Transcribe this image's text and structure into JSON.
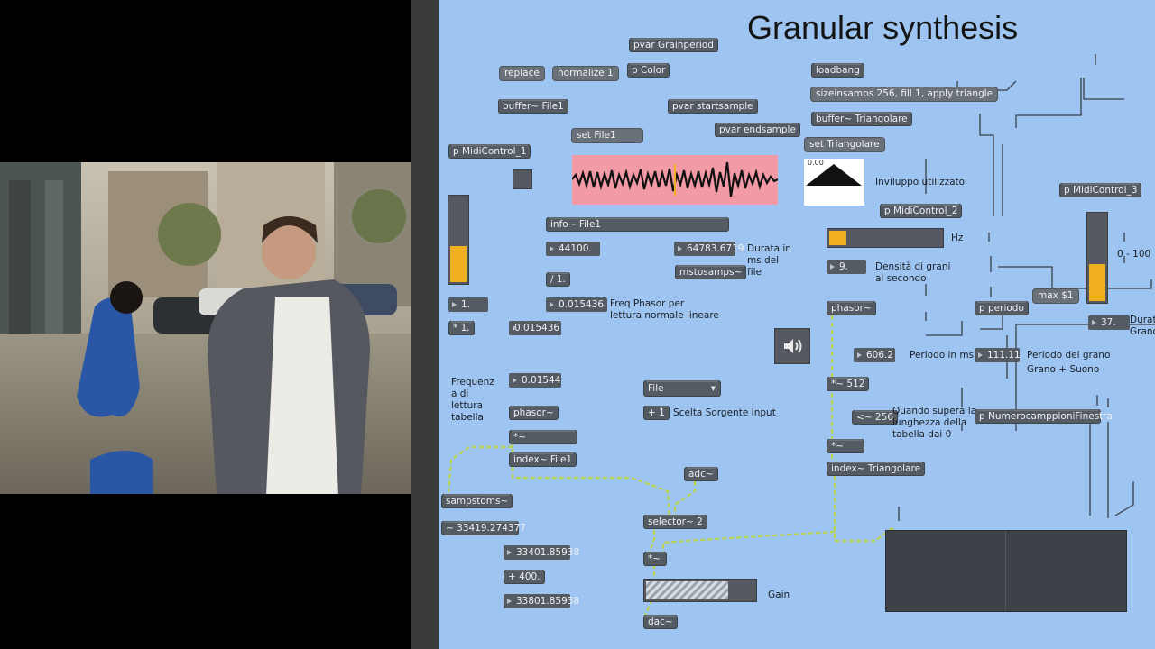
{
  "patch": {
    "title": "Granular synthesis",
    "objects": {
      "pvar_grainperiod": "pvar Grainperiod",
      "replace": "replace",
      "normalize": "normalize 1",
      "p_color": "p Color",
      "buffer_file1": "buffer~ File1",
      "pvar_startsample": "pvar startsample",
      "set_file1": "set File1",
      "pvar_endsample": "pvar endsample",
      "loadbang": "loadbang",
      "sizeinsamps": "sizeinsamps 256, fill 1, apply triangle",
      "buffer_triangolare": "buffer~ Triangolare",
      "set_triangolare": "set Triangolare",
      "p_midicontrol_1": "p MidiControl_1",
      "info_file1": "info~ File1",
      "num_44100": "44100.",
      "num_64783": "64783.6719",
      "div_1": "/ 1.",
      "mstosamps": "mstosamps~",
      "num_1": "1.",
      "mul_1": "* 1.",
      "num_0015436_a": "0.015436",
      "num_0015436_b": "0.015436",
      "num_001544": "0.01544",
      "phasor_left": "phasor~",
      "mul_sig": "*~",
      "index_file1": "index~ File1",
      "sampstoms": "sampstoms~",
      "num_33419": "~ 33419.274377",
      "num_33401": "33401.85938",
      "plus_400": "+ 400.",
      "num_33801": "33801.85938",
      "file_menu": "File",
      "plus_1": "+ 1",
      "adc": "adc~",
      "selector": "selector~ 2",
      "mul_gain": "*~",
      "dac": "dac~",
      "p_midicontrol_2": "p MidiControl_2",
      "num_9": "9.",
      "phasor_right": "phasor~",
      "num_6062": "606.2",
      "mul_512": "*~ 512",
      "lte_256": "<~ 256",
      "mul_sig_right": "*~",
      "index_triangolare": "index~ Triangolare",
      "p_periodo": "p periodo",
      "num_11111": "111.11",
      "p_numerocampioni": "p NumerocamppioniFinestra",
      "p_midicontrol_3": "p MidiControl_3",
      "max_1": "max $1",
      "num_37": "37."
    },
    "comments": {
      "durata_line1": "Durata in",
      "durata_line2": "ms del",
      "durata_line3": "file",
      "freq_phasor_line1": "Freq Phasor per",
      "freq_phasor_line2": "lettura normale lineare",
      "frequenza_line1": "Frequenz",
      "frequenza_line2": "a di",
      "frequenza_line3": "lettura",
      "frequenza_line4": "tabella",
      "scelta": "Scelta Sorgente Input",
      "gain": "Gain",
      "inviluppo": "Inviluppo utilizzato",
      "hz": "Hz",
      "densita_line1": "Densità di grani",
      "densita_line2": "al secondo",
      "periodo_ms": "Periodo in ms",
      "periodo_grano_line1": "Periodo del grano",
      "periodo_grano_line2": "Grano + Suono",
      "quando_line1": "Quando supera la",
      "quando_line2": "lunghezza della",
      "quando_line3": "tabella dai 0",
      "range": "0 - 100",
      "durata_grano_line1": "Durat",
      "durata_grano_line2": "Grano",
      "envelope_value": "0.00"
    },
    "sliders": {
      "midicontrol_1_level": 0.45,
      "midicontrol_3_level": 0.45,
      "hz_level": 0.18,
      "gain_level": 0.77
    },
    "colors": {
      "patch_bg": "#9ec5f2",
      "object_bg": "#555b63",
      "slider_fill": "#f0b020",
      "waveform_bg": "#f29aa5",
      "signal_wire": "#b8d04a"
    },
    "icons": {
      "speaker": "speaker-icon"
    }
  }
}
